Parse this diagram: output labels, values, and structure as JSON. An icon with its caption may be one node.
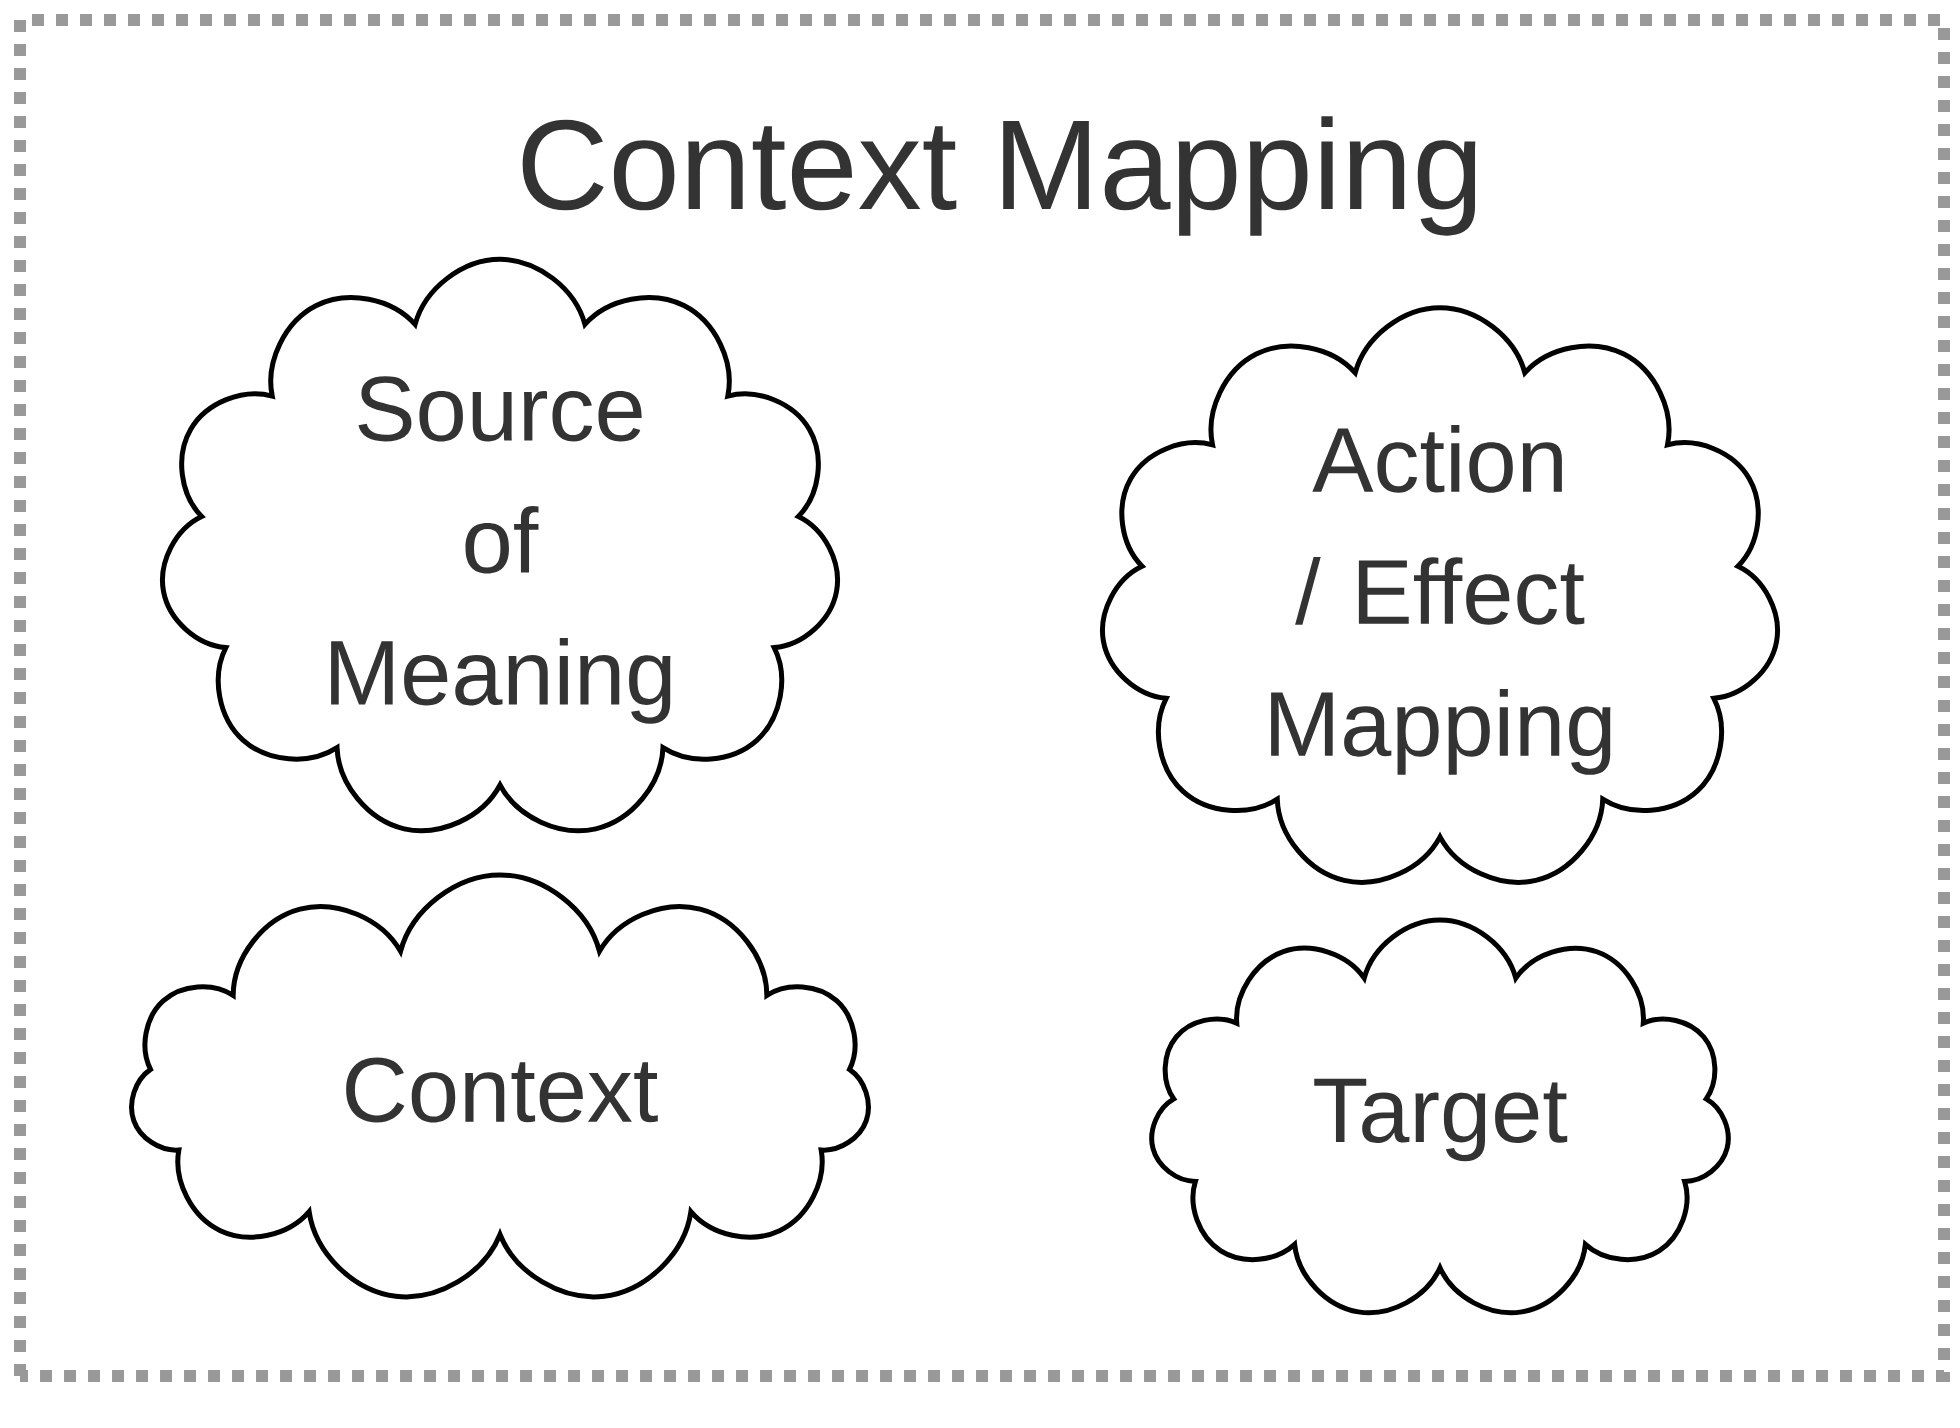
{
  "diagram": {
    "nodes": [
      {
        "text": [
          "Context Mapping"
        ]
      },
      {
        "text": [
          "Source of Meaning"
        ],
        "in": 0
      },
      {
        "text": [
          "Action / Effect Mapping"
        ],
        "in": 0
      },
      {
        "text": [
          "Context"
        ],
        "in": 0
      },
      {
        "text": [
          "Target"
        ],
        "in": 0
      }
    ]
  }
}
